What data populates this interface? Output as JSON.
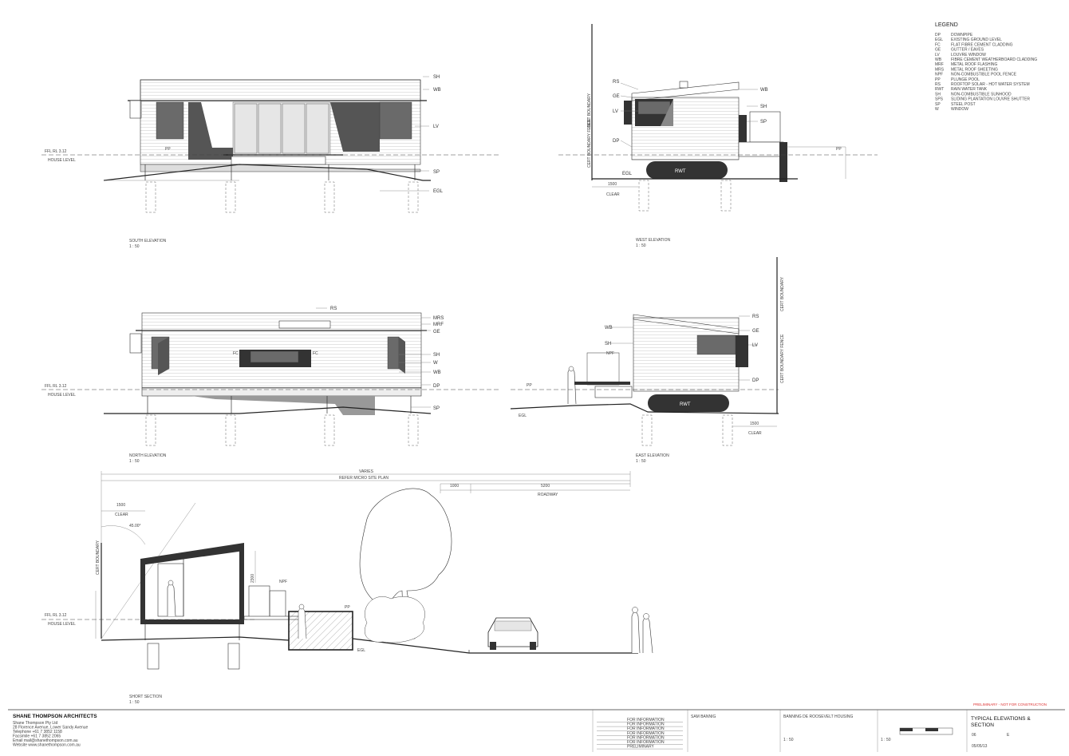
{
  "legend": {
    "title": "LEGEND",
    "items": [
      {
        "code": "DP",
        "desc": "DOWNPIPE"
      },
      {
        "code": "EGL",
        "desc": "EXISTING GROUND LEVEL"
      },
      {
        "code": "FC",
        "desc": "FLAT FIBRE CEMENT CLADDING"
      },
      {
        "code": "GE",
        "desc": "GUTTER / EAVES"
      },
      {
        "code": "LV",
        "desc": "LOUVRE WINDOW"
      },
      {
        "code": "WB",
        "desc": "FIBRE CEMENT WEATHERBOARD CLADDING"
      },
      {
        "code": "MRF",
        "desc": "METAL ROOF FLASHING"
      },
      {
        "code": "MRS",
        "desc": "METAL ROOF SHEETING"
      },
      {
        "code": "NPF",
        "desc": "NON-COMBUSTIBLE POOL FENCE"
      },
      {
        "code": "PP",
        "desc": "PLUNGE POOL"
      },
      {
        "code": "RS",
        "desc": "ROOFTOP SOLAR - HOT WATER SYSTEM"
      },
      {
        "code": "RWT",
        "desc": "RAIN WATER TANK"
      },
      {
        "code": "SH",
        "desc": "NON-COMBUSTIBLE SUNHOOD"
      },
      {
        "code": "SPS",
        "desc": "SLIDING PLANTATION LOUVRE SHUTTER"
      },
      {
        "code": "SP",
        "desc": "STEEL POST"
      },
      {
        "code": "W",
        "desc": "WINDOW"
      }
    ]
  },
  "views": {
    "south": {
      "title": "SOUTH ELEVATION",
      "scale": "1 : 50"
    },
    "west": {
      "title": "WEST ELEVATION",
      "scale": "1 : 50"
    },
    "north": {
      "title": "NORTH ELEVATION",
      "scale": "1 : 50"
    },
    "east": {
      "title": "EAST ELEVATION",
      "scale": "1 : 50"
    },
    "section": {
      "title": "SHORT SECTION",
      "scale": "1 : 50"
    }
  },
  "labels": {
    "ffl": "FFL RL 3.12",
    "house_level": "HOUSE LEVEL",
    "sh": "SH",
    "wb": "WB",
    "lv": "LV",
    "sp": "SP",
    "egl": "EGL",
    "rs": "RS",
    "ge": "GE",
    "dp": "DP",
    "rwt": "RWT",
    "fc": "FC",
    "mrs": "MRS",
    "mrf": "MRF",
    "w": "W",
    "pp": "PP",
    "npf": "NPF",
    "clear": "CLEAR",
    "dim_1500": "1500",
    "boundary": "CERT BOUNDARY",
    "boundary_fence": "CERT BOUNDARY FENCE",
    "varies": "VARIES",
    "refer": "REFER MICRO SITE PLAN",
    "dim_1000": "1000",
    "dim_5200": "5200",
    "roadway": "ROADWAY",
    "dim_2300": "2300",
    "angle": "45.00°"
  },
  "titleblock": {
    "firm": "SHANE THOMPSON ARCHITECTS",
    "firm_lines": [
      "Shane Thompson Pty Ltd",
      "28 Florence Avenue, Lower Sandy Avenue",
      "Telephone +61 7 3852 1158",
      "Facsimile +61 7 3852 2065",
      "Email mail@shanethompson.com.au",
      "Website www.shanethompson.com.au"
    ],
    "revisions": [
      "FOR INFORMATION",
      "FOR INFORMATION",
      "FOR INFORMATION",
      "FOR INFORMATION",
      "FOR INFORMATION",
      "FOR INFORMATION",
      "PRELIMINARY"
    ],
    "drawing_title": "TYPICAL ELEVATIONS &",
    "drawing_title2": "SECTION",
    "client": "SAM BANNIG",
    "project": "BANNING DE ROOSEVELT HOUSING",
    "scale": "1 : 50",
    "drawing_no": "06",
    "rev": "E",
    "date": "05/05/13",
    "stamp": "PRELIMINARY - NOT FOR CONSTRUCTION"
  }
}
